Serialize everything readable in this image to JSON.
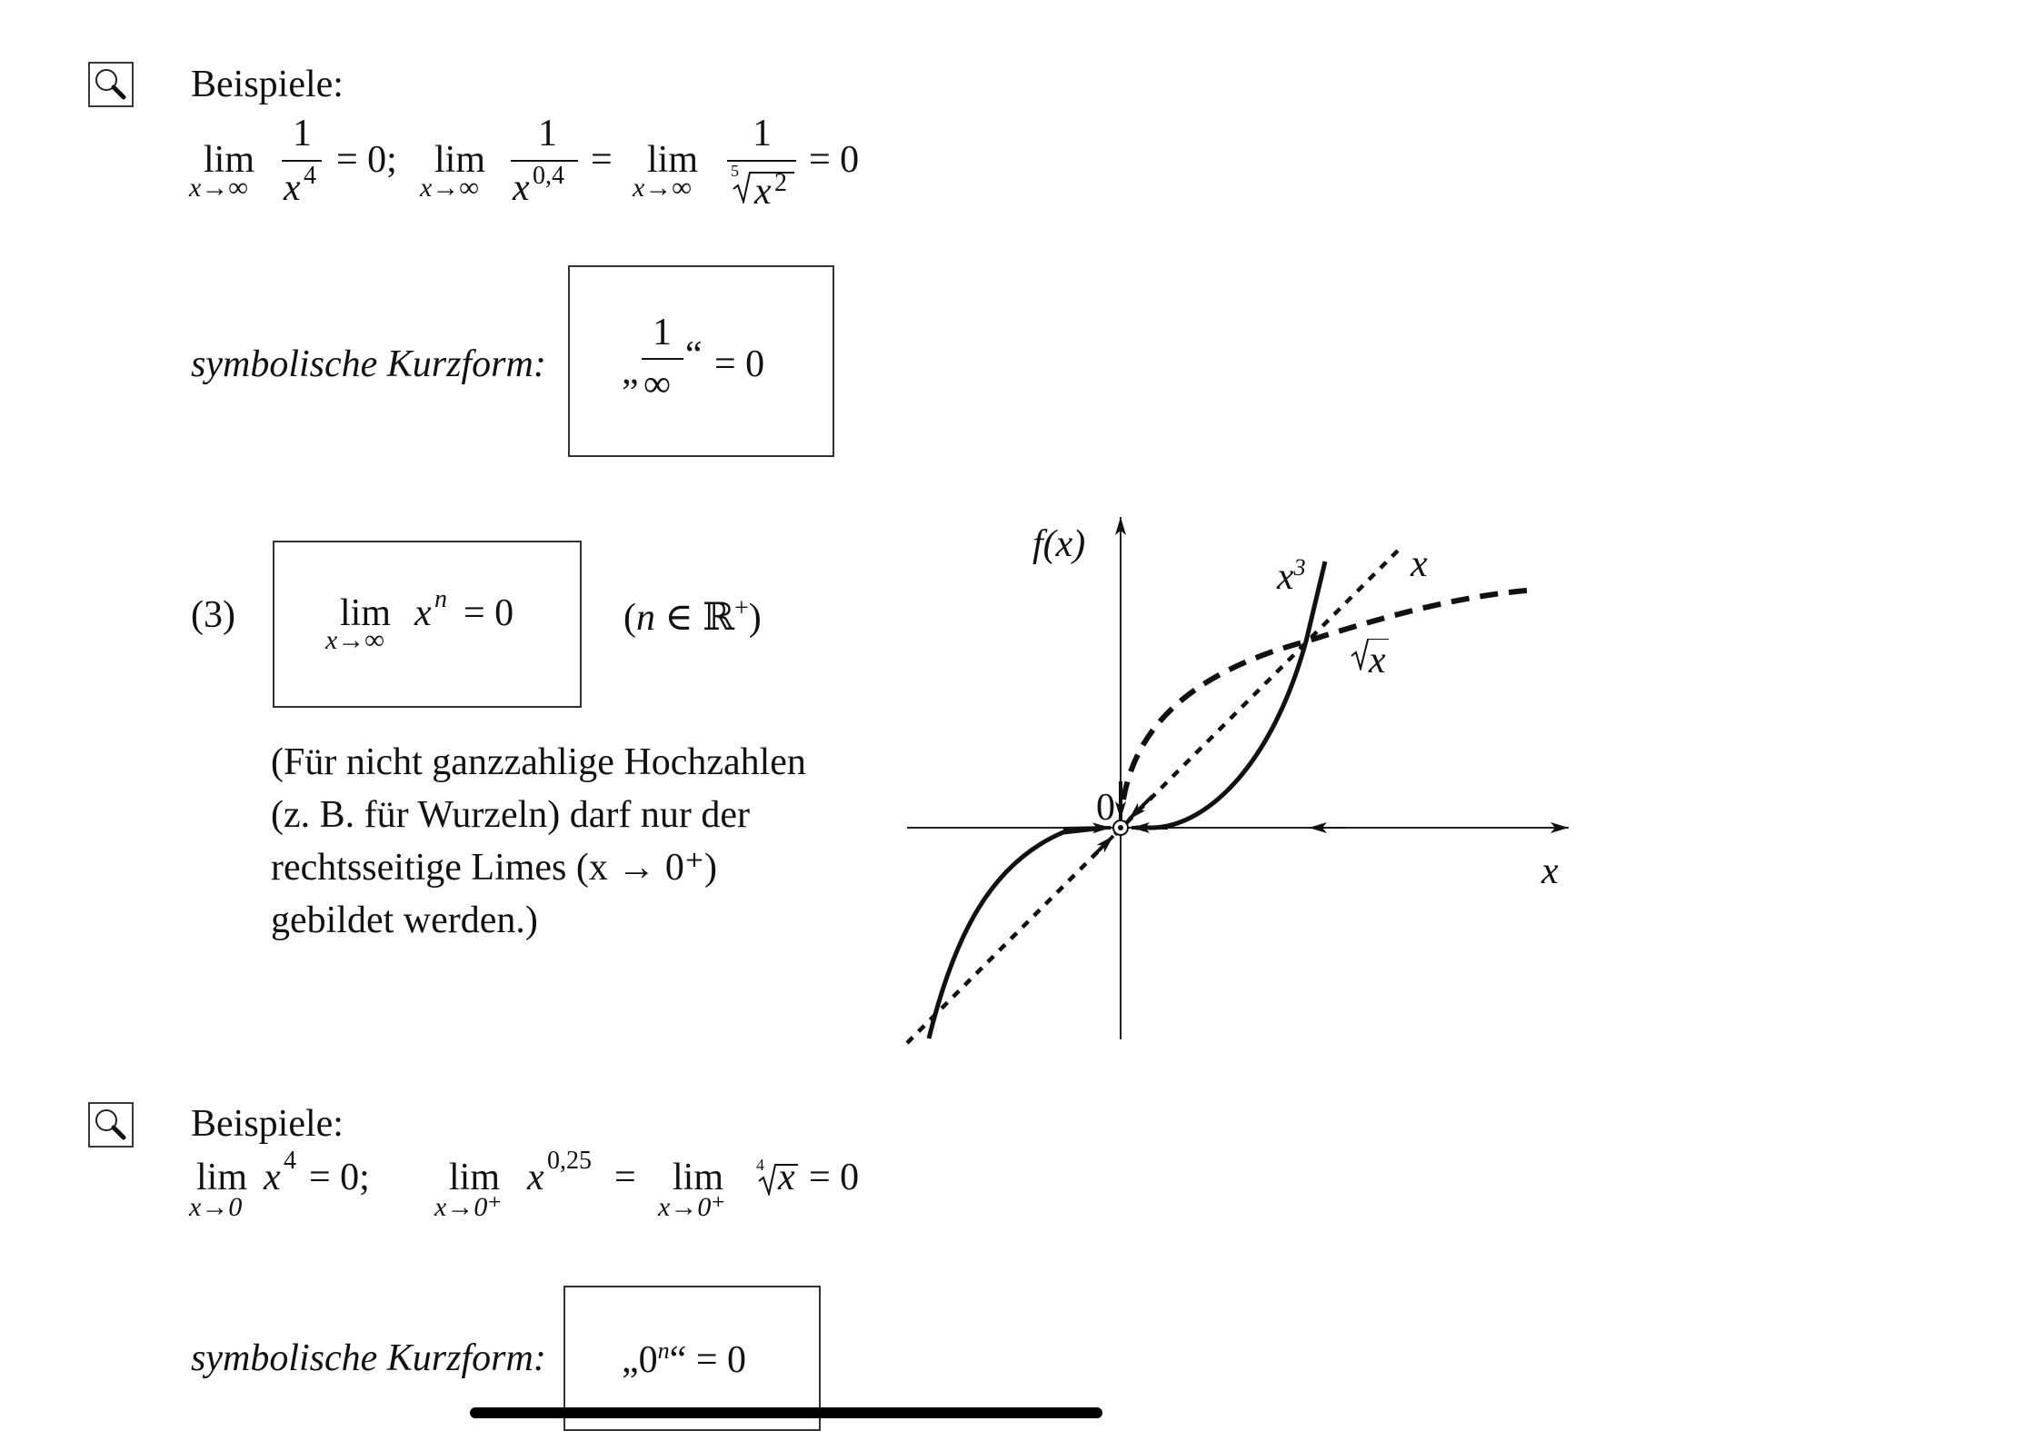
{
  "section1": {
    "icon": "magnifier-icon",
    "heading": "Beispiele:",
    "formula": {
      "lim1": {
        "op": "lim",
        "sub": "x→∞",
        "num": "1",
        "den_base": "x",
        "den_exp": "4",
        "result": "= 0;"
      },
      "lim2": {
        "op": "lim",
        "sub": "x→∞",
        "num": "1",
        "den_base": "x",
        "den_exp": "0,4",
        "eq": "="
      },
      "lim3": {
        "op": "lim",
        "sub": "x→∞",
        "num": "1",
        "root_index": "5",
        "radicand_base": "x",
        "radicand_exp": "2",
        "result": "= 0"
      }
    },
    "short_form": {
      "label": "symbolische Kurzform:",
      "open_quote": "„",
      "num": "1",
      "den": "∞",
      "close_quote": "“",
      "result": "= 0"
    }
  },
  "rule3": {
    "number": "(3)",
    "box": {
      "op": "lim",
      "sub": "x→∞",
      "base": "x",
      "exp": "n",
      "result": "= 0"
    },
    "condition": {
      "open": "(",
      "var": "n",
      "rest": " ∈ ℝ",
      "sup": "+",
      "close": ")"
    },
    "note_lines": [
      "(Für nicht ganzzahlige Hochzahlen",
      "(z. B. für Wurzeln) darf nur der",
      "rechtsseitige Limes (x → 0⁺)",
      "gebildet werden.)"
    ]
  },
  "graph": {
    "y_label": "f(x)",
    "x_label": "x",
    "origin_label": "0",
    "curve_labels": {
      "cube": "x",
      "cube_exp": "3",
      "linear": "x",
      "sqrt": "x"
    }
  },
  "chart_data": {
    "type": "line",
    "title": "",
    "xlabel": "x",
    "ylabel": "f(x)",
    "series": [
      {
        "name": "x³",
        "style": "solid",
        "x": [
          -1.03,
          -0.75,
          -0.5,
          -0.25,
          0,
          0.25,
          0.5,
          0.75,
          1.0,
          1.1
        ],
        "y": [
          -1.09,
          -0.42,
          -0.125,
          -0.016,
          0,
          0.016,
          0.125,
          0.42,
          1.0,
          1.33
        ]
      },
      {
        "name": "x",
        "style": "dotted",
        "x": [
          -1.15,
          0,
          1.0,
          1.5
        ],
        "y": [
          -1.15,
          0,
          1.0,
          1.5
        ]
      },
      {
        "name": "√x",
        "style": "dashed",
        "x": [
          0,
          0.1,
          0.25,
          0.5,
          1.0,
          1.5,
          2.2
        ],
        "y": [
          0,
          0.32,
          0.5,
          0.71,
          1.0,
          1.14,
          1.28
        ]
      }
    ],
    "annotations": [
      "0",
      "arrows pointing toward origin along each curve"
    ],
    "grid": false
  },
  "section2": {
    "icon": "magnifier-icon",
    "heading": "Beispiele:",
    "formula": {
      "lim1": {
        "op": "lim",
        "sub": "x→0",
        "base": "x",
        "exp": "4",
        "result": "= 0;"
      },
      "lim2": {
        "op": "lim",
        "sub": "x→0⁺",
        "base": "x",
        "exp": "0,25",
        "eq": "="
      },
      "lim3": {
        "op": "lim",
        "sub": "x→0⁺",
        "root_index": "4",
        "radicand": "x",
        "result": "= 0"
      }
    },
    "short_form": {
      "label": "symbolische Kurzform:",
      "open_quote": "„",
      "base": "0",
      "exp": "n",
      "close_quote": "“",
      "result": "= 0"
    }
  }
}
